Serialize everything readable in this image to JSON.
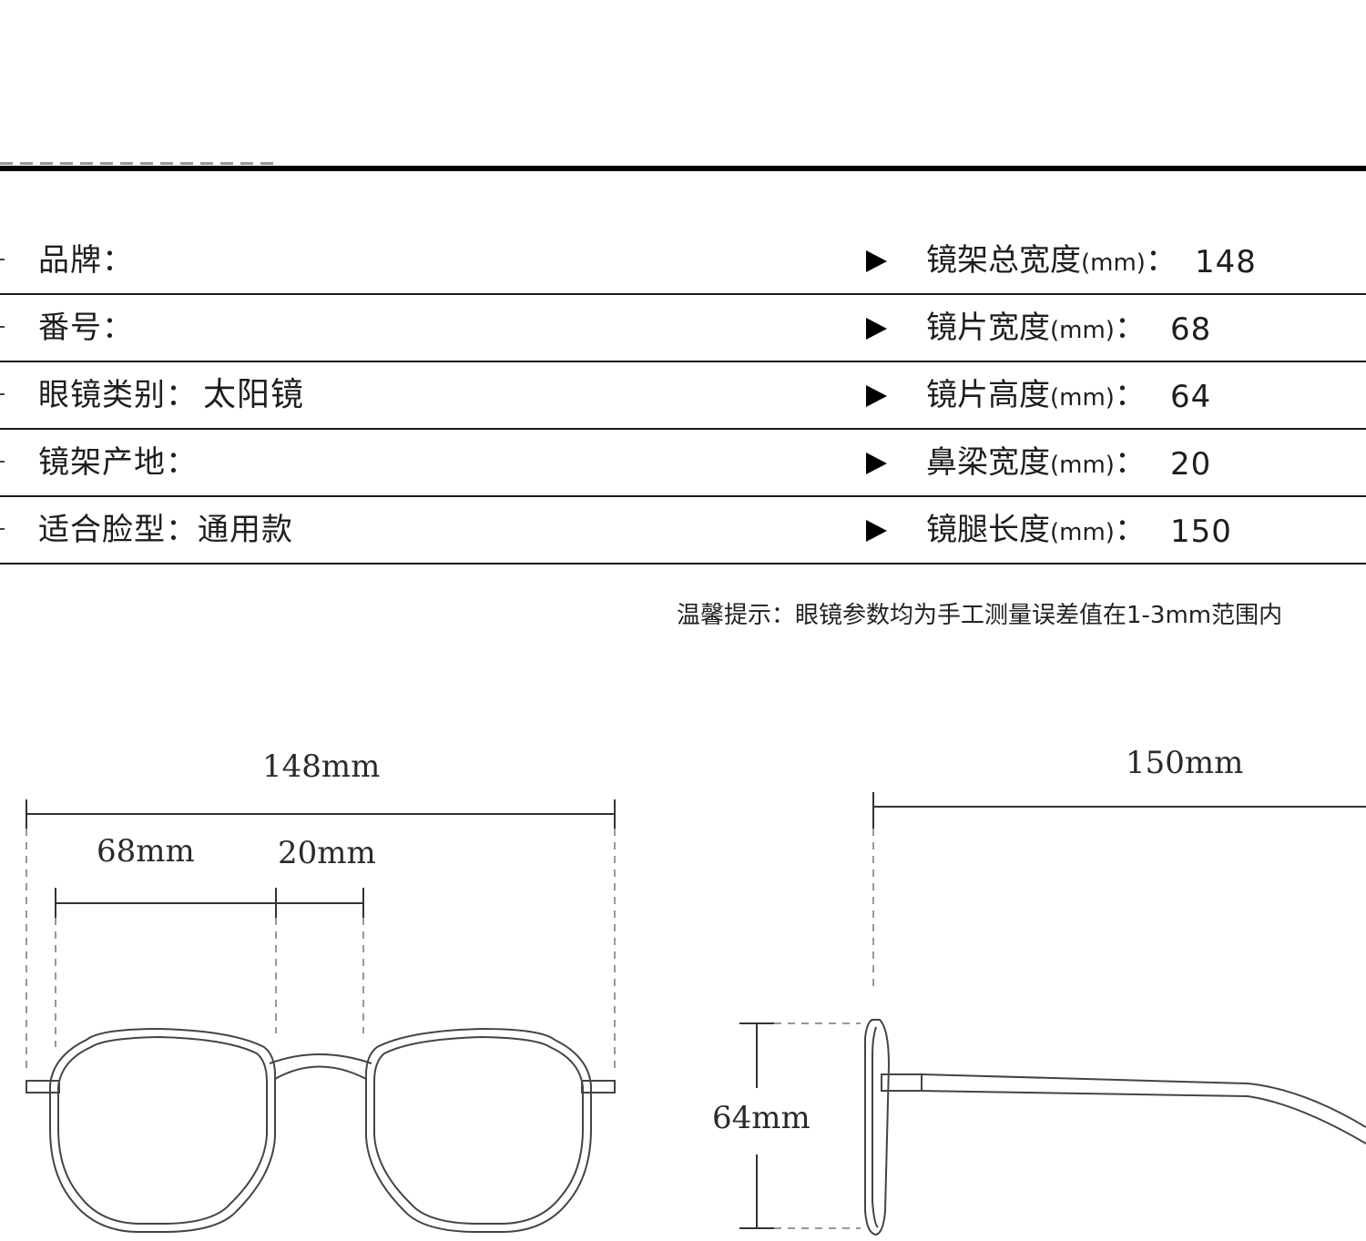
{
  "left_specs": [
    {
      "label": "品牌：",
      "value": ""
    },
    {
      "label": "番号：",
      "value": ""
    },
    {
      "label": "眼镜类别：",
      "value": "太阳镜"
    },
    {
      "label": "镜架产地：",
      "value": ""
    },
    {
      "label": "适合脸型：",
      "value": "通用款"
    }
  ],
  "right_specs": [
    {
      "label": "镜架总宽度",
      "unit": "(mm)",
      "sep": "：",
      "value": "148"
    },
    {
      "label": "镜片宽度",
      "unit": "(mm)",
      "sep": "：",
      "value": "68"
    },
    {
      "label": "镜片高度",
      "unit": "(mm)",
      "sep": "：",
      "value": "64"
    },
    {
      "label": "鼻梁宽度",
      "unit": "(mm)",
      "sep": "：",
      "value": "20"
    },
    {
      "label": "镜腿长度",
      "unit": "(mm)",
      "sep": "：",
      "value": "150"
    }
  ],
  "tip": "温馨提示：眼镜参数均为手工测量误差值在1-3mm范围内",
  "dimensions": {
    "total_width": "148mm",
    "lens_width": "68mm",
    "bridge_width": "20mm",
    "temple_length": "150mm",
    "lens_height": "64mm"
  }
}
